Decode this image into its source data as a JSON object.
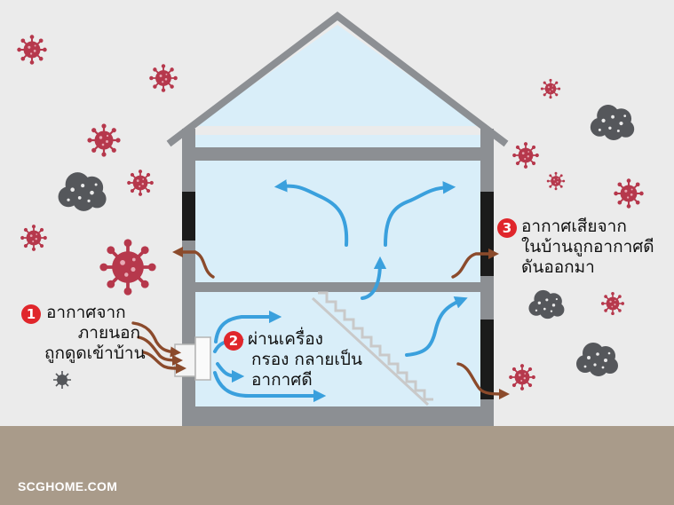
{
  "steps": [
    {
      "number": "1",
      "lines": [
        "อากาศจาก",
        "ภายนอก",
        "ถูกดูดเข้าบ้าน"
      ]
    },
    {
      "number": "2",
      "lines": [
        "ผ่านเครื่อง",
        "กรอง กลายเป็น",
        "อากาศดี"
      ]
    },
    {
      "number": "3",
      "lines": [
        "อากาศเสียจาก",
        "ในบ้านถูกอากาศดี",
        "ดันออกมา"
      ]
    }
  ],
  "brand": "SCGHOME.COM",
  "colors": {
    "background": "#ebebeb",
    "ground": "#a99b8a",
    "house_frame": "#8c8f93",
    "interior": "#d9eef9",
    "fresh_air_arrow": "#3aa0dd",
    "polluted_air_arrow": "#8b4a2b",
    "virus": "#b6384c",
    "smog": "#55575b",
    "badge": "#e0262b"
  },
  "icons": [
    "virus-icon",
    "smog-cloud-icon",
    "air-filter-icon",
    "staircase-icon",
    "vent-icon"
  ]
}
